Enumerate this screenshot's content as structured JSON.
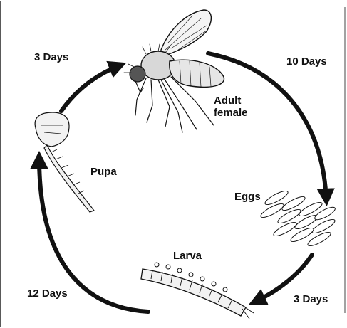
{
  "diagram": {
    "stages": {
      "adult": "Adult\nfemale",
      "eggs": "Eggs",
      "larva": "Larva",
      "pupa": "Pupa"
    },
    "durations": {
      "adult_to_eggs": "10 Days",
      "eggs_to_larva": "3 Days",
      "larva_to_pupa": "12 Days",
      "pupa_to_adult": "3 Days"
    },
    "colors": {
      "ink": "#111111",
      "background": "#ffffff"
    }
  }
}
